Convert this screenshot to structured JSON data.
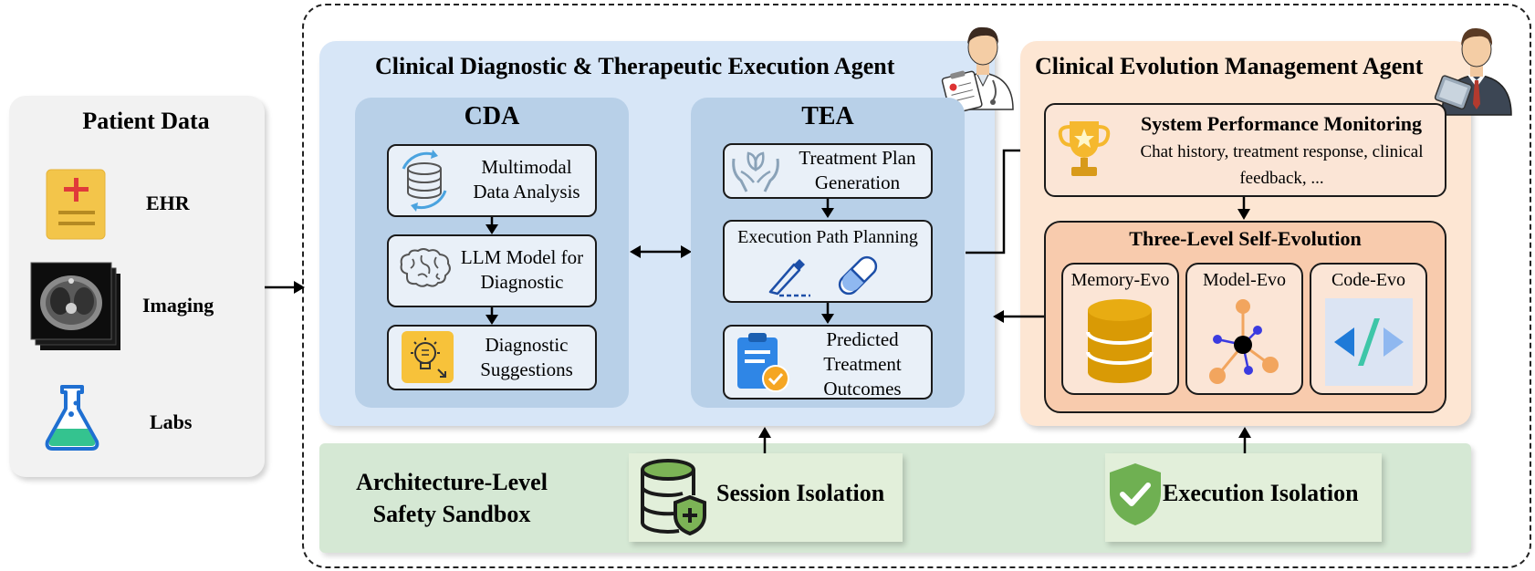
{
  "patient": {
    "title": "Patient Data",
    "items": [
      {
        "label": "EHR",
        "icon": "ehr-document-icon"
      },
      {
        "label": "Imaging",
        "icon": "ct-scan-icon"
      },
      {
        "label": "Labs",
        "icon": "lab-flask-icon"
      }
    ]
  },
  "cdte": {
    "title": "Clinical Diagnostic & Therapeutic Execution Agent",
    "cda": {
      "title": "CDA",
      "steps": [
        {
          "label": "Multimodal Data Analysis",
          "icon": "database-sync-icon"
        },
        {
          "label": "LLM Model for Diagnostic",
          "icon": "brain-icon"
        },
        {
          "label": "Diagnostic Suggestions",
          "icon": "lightbulb-icon"
        }
      ]
    },
    "tea": {
      "title": "TEA",
      "steps": [
        {
          "label": "Treatment Plan Generation",
          "icon": "hands-plant-icon"
        },
        {
          "label": "Execution Path Planning",
          "icon": "scalpel-pill-icon"
        },
        {
          "label": "Predicted Treatment Outcomes",
          "icon": "clipboard-check-icon"
        }
      ]
    }
  },
  "cem": {
    "title": "Clinical Evolution Management Agent",
    "monitor": {
      "title": "System Performance Monitoring",
      "desc": "Chat history, treatment response, clinical feedback, ..."
    },
    "evolution": {
      "title": "Three-Level Self-Evolution",
      "items": [
        {
          "label": "Memory-Evo",
          "icon": "database-stack-icon"
        },
        {
          "label": "Model-Evo",
          "icon": "network-graph-icon"
        },
        {
          "label": "Code-Evo",
          "icon": "code-icon"
        }
      ]
    }
  },
  "sandbox": {
    "title": "Architecture-Level Safety Sandbox",
    "items": [
      {
        "label": "Session Isolation",
        "icon": "database-shield-icon"
      },
      {
        "label": "Execution Isolation",
        "icon": "shield-check-icon"
      }
    ]
  },
  "colors": {
    "patient_bg": "#f2f2f2",
    "cdte_bg": "#d7e6f7",
    "inner_bg": "#b8d0e8",
    "cem_bg": "#fde6d3",
    "evo_bg": "#f8cbad",
    "sandbox_bg": "#d5e8d4"
  }
}
